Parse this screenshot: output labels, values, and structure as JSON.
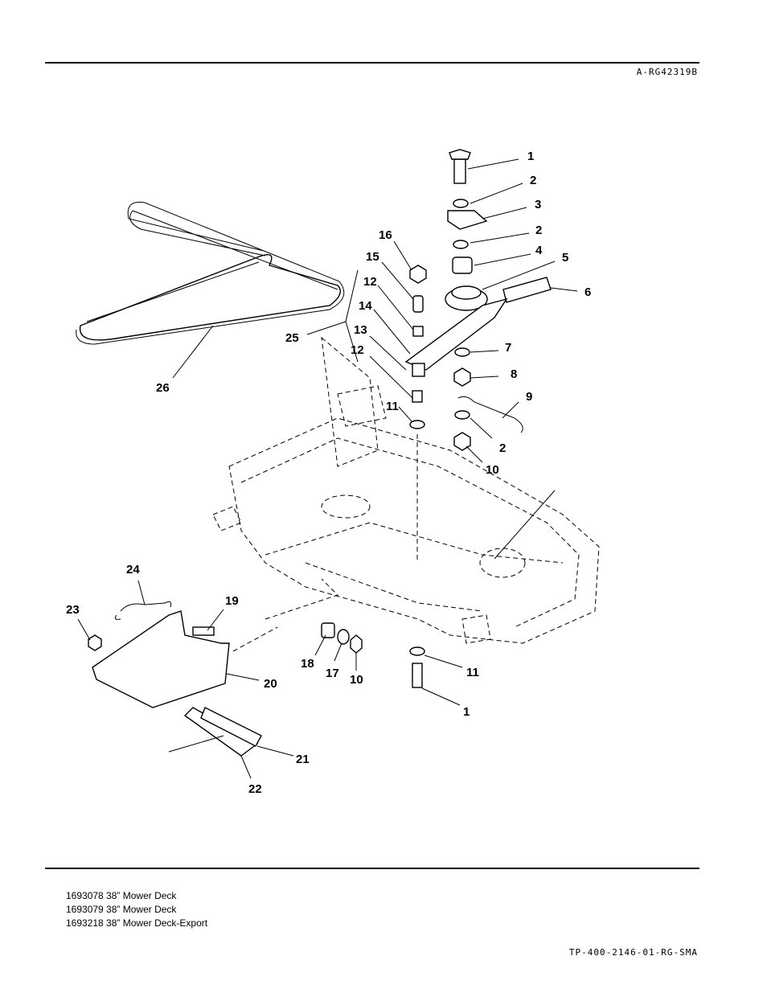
{
  "header": {
    "figure_code": "A-RG42319B"
  },
  "callouts": [
    "1",
    "2",
    "3",
    "2",
    "4",
    "5",
    "6",
    "16",
    "15",
    "12",
    "14",
    "13",
    "12",
    "7",
    "8",
    "9",
    "11",
    "2",
    "10",
    "25",
    "26",
    "24",
    "19",
    "23",
    "20",
    "18",
    "17",
    "10",
    "11",
    "1",
    "21",
    "22"
  ],
  "models": [
    "1693078  38” Mower Deck",
    "1693079  38” Mower Deck",
    "1693218  38” Mower Deck-Export"
  ],
  "footer": {
    "doc_code": "TP-400-2146-01-RG-SMA"
  }
}
